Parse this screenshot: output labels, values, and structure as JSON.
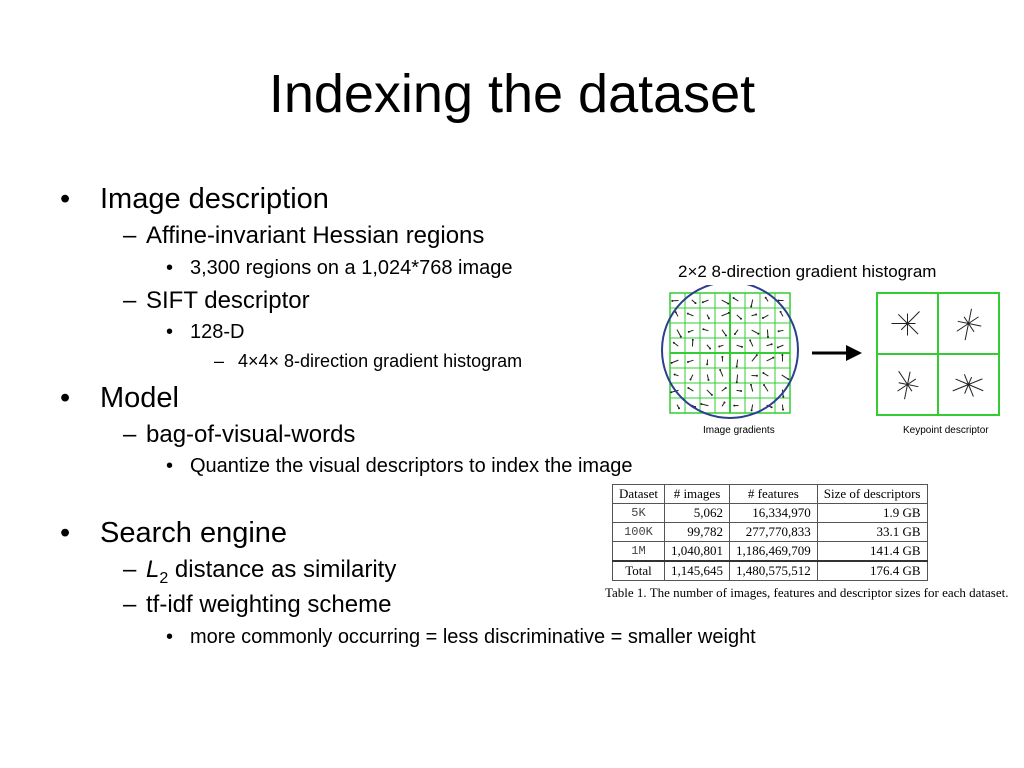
{
  "slide": {
    "title": "Indexing the dataset",
    "bullets": {
      "b1": "Image description",
      "b1_1": "Affine-invariant Hessian regions",
      "b1_1_1": "3,300 regions on a 1,024*768 image",
      "b1_2": "SIFT descriptor",
      "b1_2_1": "128-D",
      "b1_2_1_1": "4×4× 8-direction gradient histogram",
      "b2": "Model",
      "b2_1": "bag-of-visual-words",
      "b2_1_1": "Quantize the visual descriptors to index the image",
      "b3": "Search engine",
      "b3_1_italic": "L",
      "b3_1_sub": "2",
      "b3_1_rest": " distance as similarity",
      "b3_2": "tf-idf weighting scheme",
      "b3_2_1": "more commonly occurring = less discriminative = smaller weight"
    },
    "markers": {
      "bullet": "•",
      "dash": "–"
    }
  },
  "figure": {
    "caption": "2×2 8-direction gradient histogram",
    "left_label": "Image gradients",
    "right_label": "Keypoint descriptor",
    "grid_color": "#33cc33",
    "circle_color": "#2b3f8f"
  },
  "table": {
    "headers": [
      "Dataset",
      "# images",
      "# features",
      "Size of descriptors"
    ],
    "rows": [
      [
        "5K",
        "5,062",
        "16,334,970",
        "1.9 GB"
      ],
      [
        "100K",
        "99,782",
        "277,770,833",
        "33.1 GB"
      ],
      [
        "1M",
        "1,040,801",
        "1,186,469,709",
        "141.4 GB"
      ]
    ],
    "total": [
      "Total",
      "1,145,645",
      "1,480,575,512",
      "176.4 GB"
    ],
    "caption": "Table 1. The number of images, features and descriptor sizes for each dataset."
  }
}
